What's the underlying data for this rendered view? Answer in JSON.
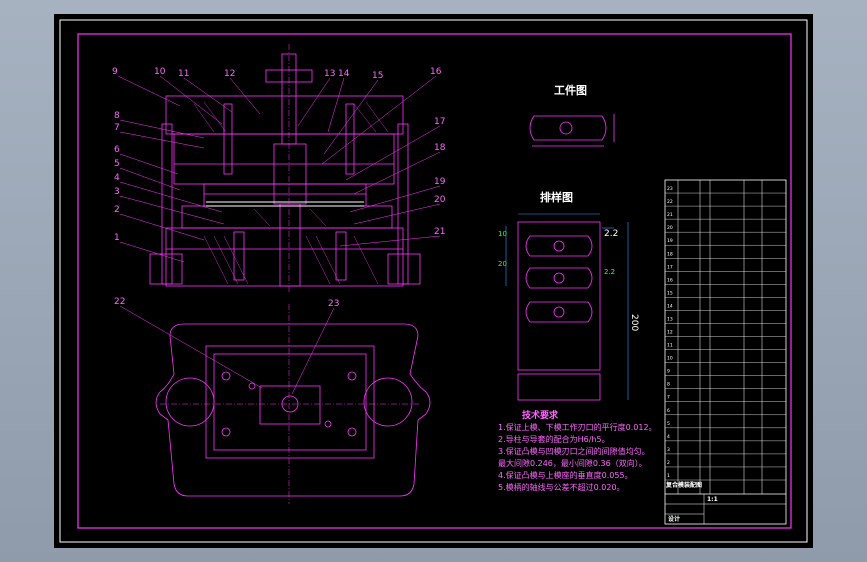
{
  "drawing": {
    "part_numbers": [
      "1",
      "2",
      "3",
      "4",
      "5",
      "6",
      "7",
      "8",
      "9",
      "10",
      "11",
      "12",
      "13",
      "14",
      "15",
      "16",
      "17",
      "18",
      "19",
      "20",
      "21",
      "22",
      "23"
    ],
    "workpiece_title": "工件图",
    "layout_title": "排样图",
    "dimensions": {
      "pitch": "2.2",
      "width": "200",
      "small_a": "10",
      "small_b": "20",
      "side": "2.2"
    },
    "tech_title": "技术要求",
    "tech_notes": [
      "1.保证上模、下模工作刃口的平行度0.012。",
      "2.导柱与导套的配合为H6/h5。",
      "3.保证凸模与凹模刃口之间的间隙值均匀。",
      "  最大间隙0.246，最小间隙0.36（双向）。",
      "4.保证凸模与上模座的垂直度0.055。",
      "5.模柄的轴线与公差不超过0.020。"
    ]
  },
  "title_block": {
    "header_label": "复合模装配图",
    "scale": "1:1",
    "designer_label": "设计",
    "rows": [
      "23",
      "22",
      "21",
      "20",
      "19",
      "18",
      "17",
      "16",
      "15",
      "14",
      "13",
      "12",
      "11",
      "10",
      "9",
      "8",
      "7",
      "6",
      "5",
      "4",
      "3",
      "2",
      "1"
    ]
  },
  "colors": {
    "magenta": "#ff33ff",
    "white": "#ffffff",
    "green": "#33ff33",
    "blue": "#3399ff",
    "background": "#000000"
  }
}
